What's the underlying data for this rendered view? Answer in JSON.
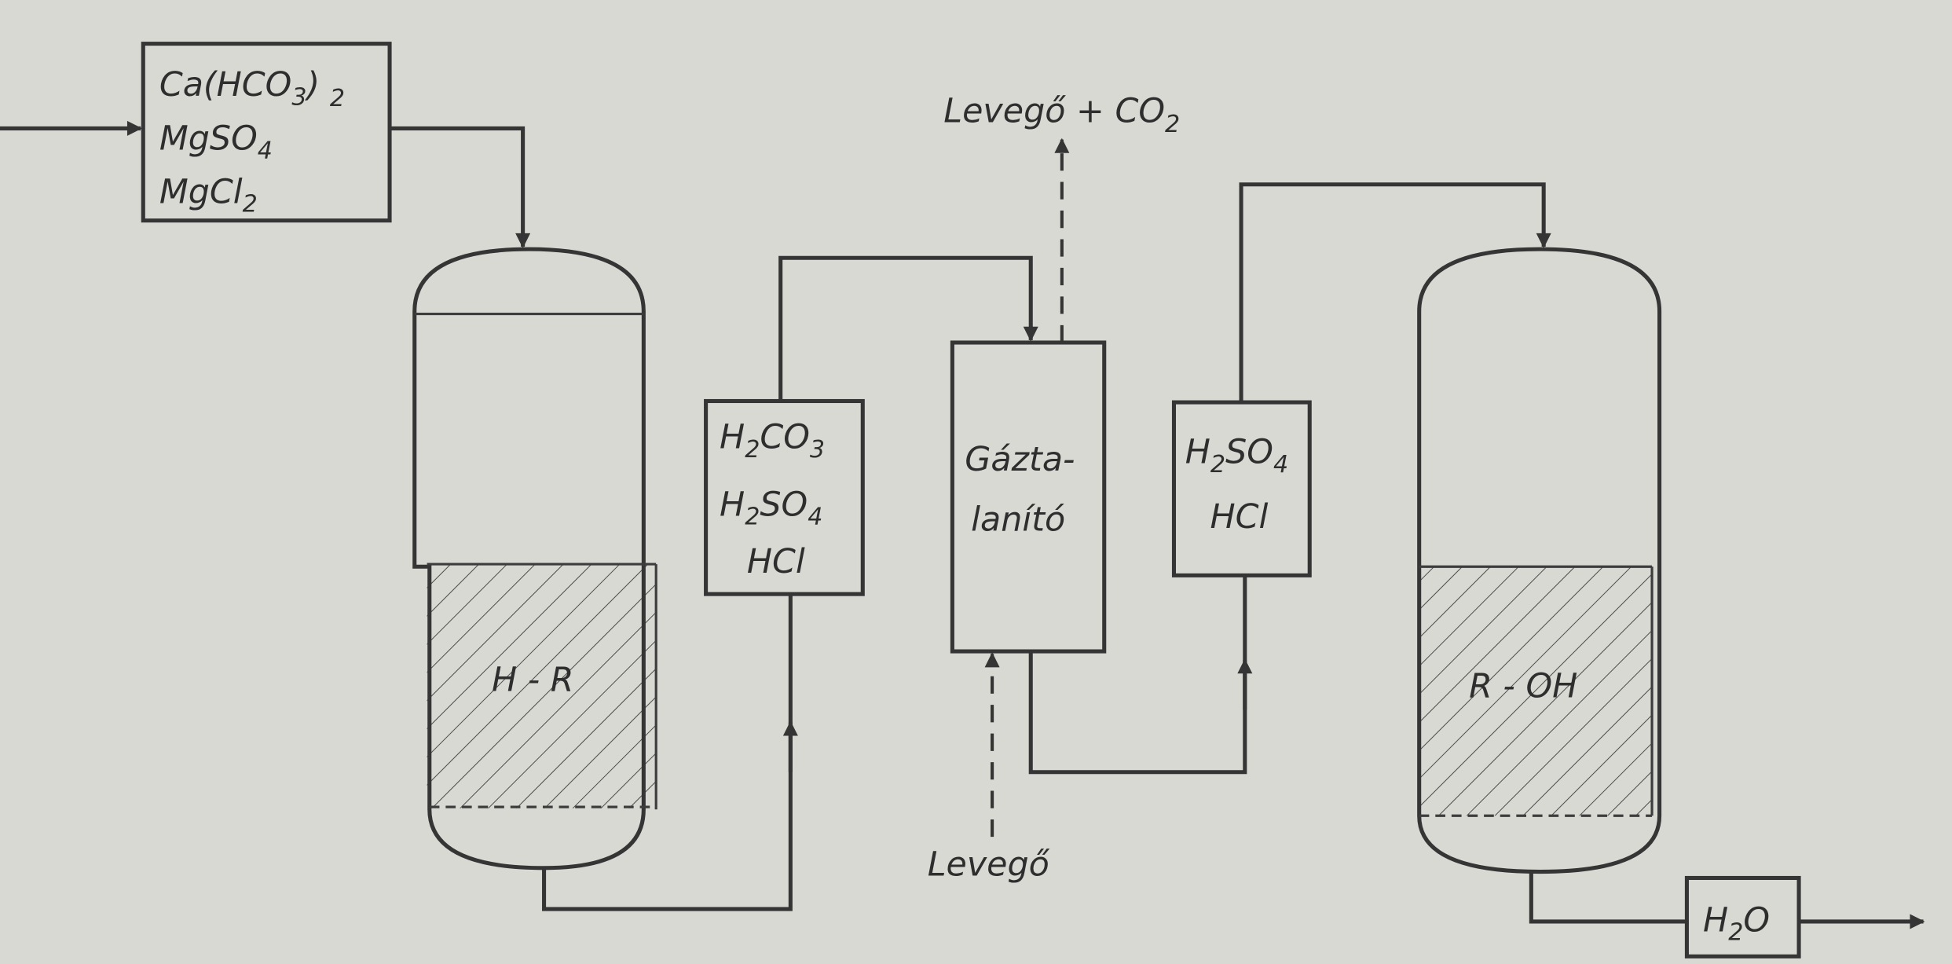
{
  "feed_box": {
    "line1": [
      "Ca(HCO",
      "3",
      ")",
      "2"
    ],
    "line2": [
      "MgSO",
      "4"
    ],
    "line3": [
      "MgCl",
      "2"
    ]
  },
  "cation_exchanger": {
    "resin_label": "H - R"
  },
  "acid_box": {
    "line1": [
      "H",
      "2",
      "CO",
      "3"
    ],
    "line2": [
      "H",
      "2",
      "SO",
      "4"
    ],
    "line3": [
      "HCl"
    ]
  },
  "degasser": {
    "line1": "Gázta-",
    "line2": "lanító"
  },
  "gas_out": {
    "label": [
      "Levegő + CO",
      "2"
    ]
  },
  "air_in": {
    "label": "Levegő"
  },
  "acid_box_2": {
    "line1": [
      "H",
      "2",
      "SO",
      "4"
    ],
    "line2": [
      "HCl"
    ]
  },
  "anion_exchanger": {
    "resin_label": "R - OH"
  },
  "product_box": {
    "label": [
      "H",
      "2",
      "O"
    ]
  },
  "colors": {
    "background": "#d8d9d3",
    "line": "#353535"
  }
}
